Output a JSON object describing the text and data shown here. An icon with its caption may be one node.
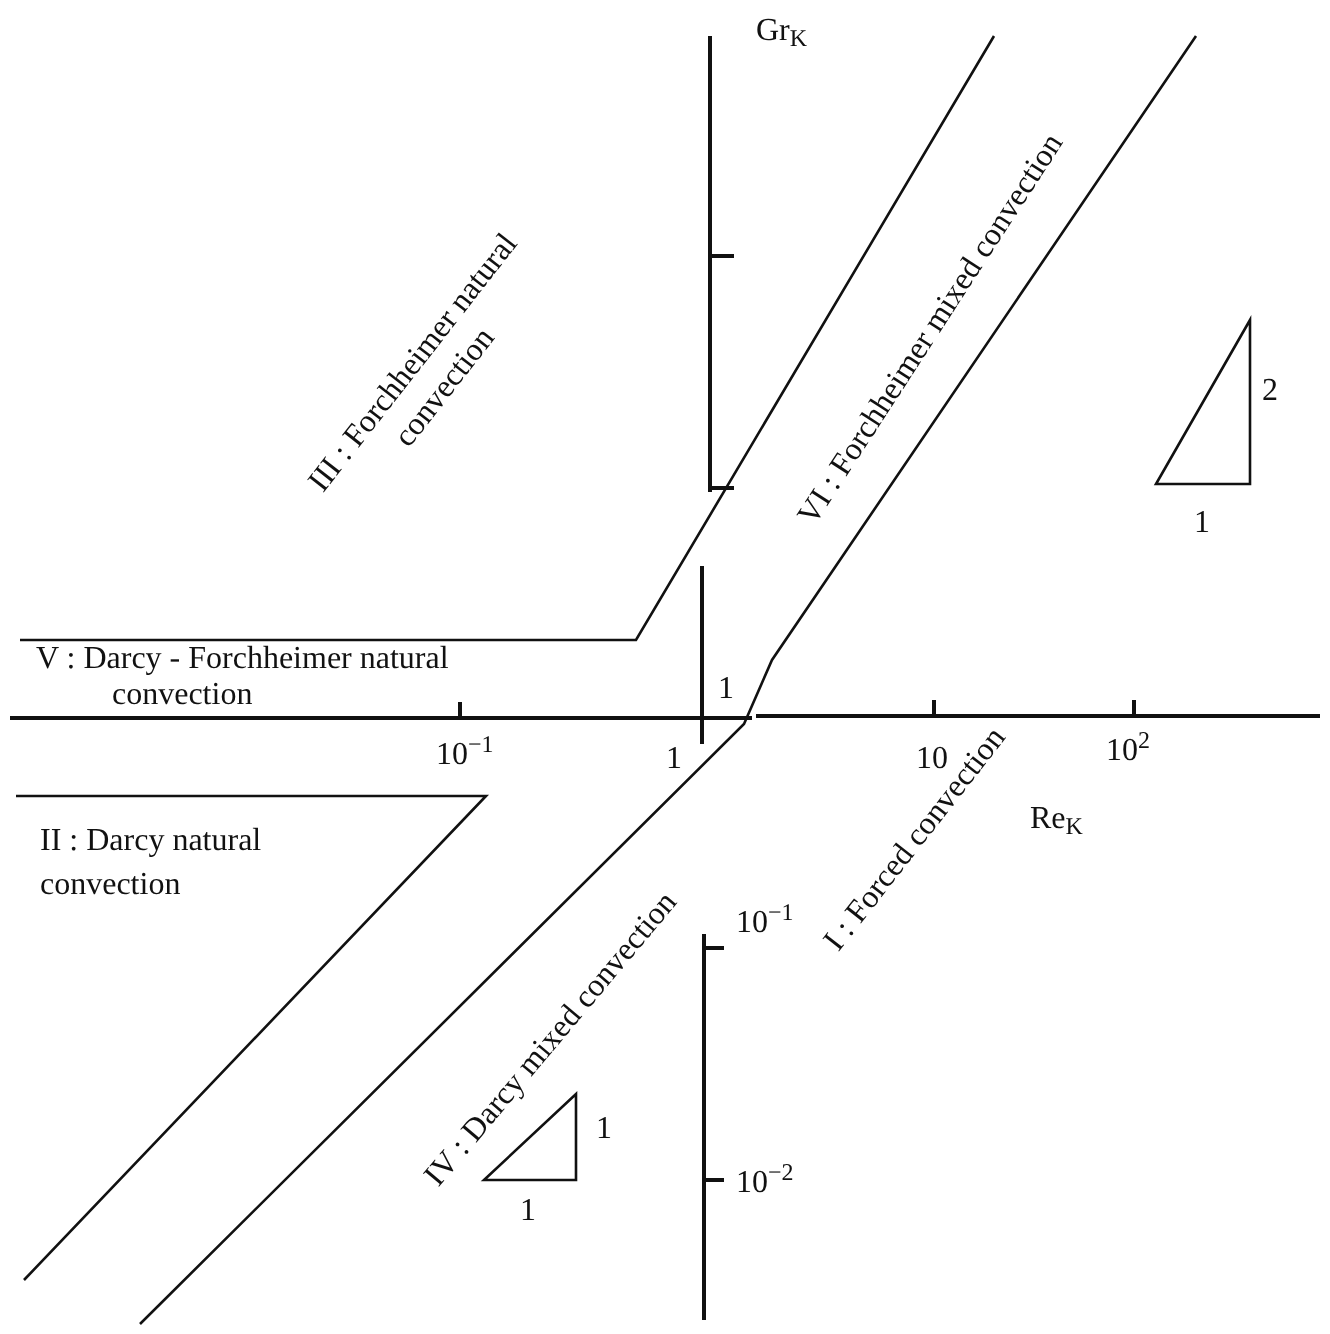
{
  "diagram": {
    "nodes": [
      {
        "text": [],
        "shape": "triangle",
        "beside": [
          "2",
          "1"
        ]
      },
      {
        "text": [],
        "shape": "triangle",
        "beside": [
          "1",
          "1"
        ]
      }
    ],
    "labels": [
      "Gr$_{K}$",
      "III : Forchheimer natural convection",
      "VI : Forchheimer mixed convection",
      "V : Darcy - Forchheimer natural convection",
      "1",
      "10$^{−1}$",
      "1",
      "10",
      "10$^{2}$",
      "Re$_{K}$",
      "II : Darcy natural convection",
      "IV : Darcy mixed convection",
      "I : Forced convection",
      "10$^{−1}$",
      "10$^{−2}$"
    ]
  }
}
